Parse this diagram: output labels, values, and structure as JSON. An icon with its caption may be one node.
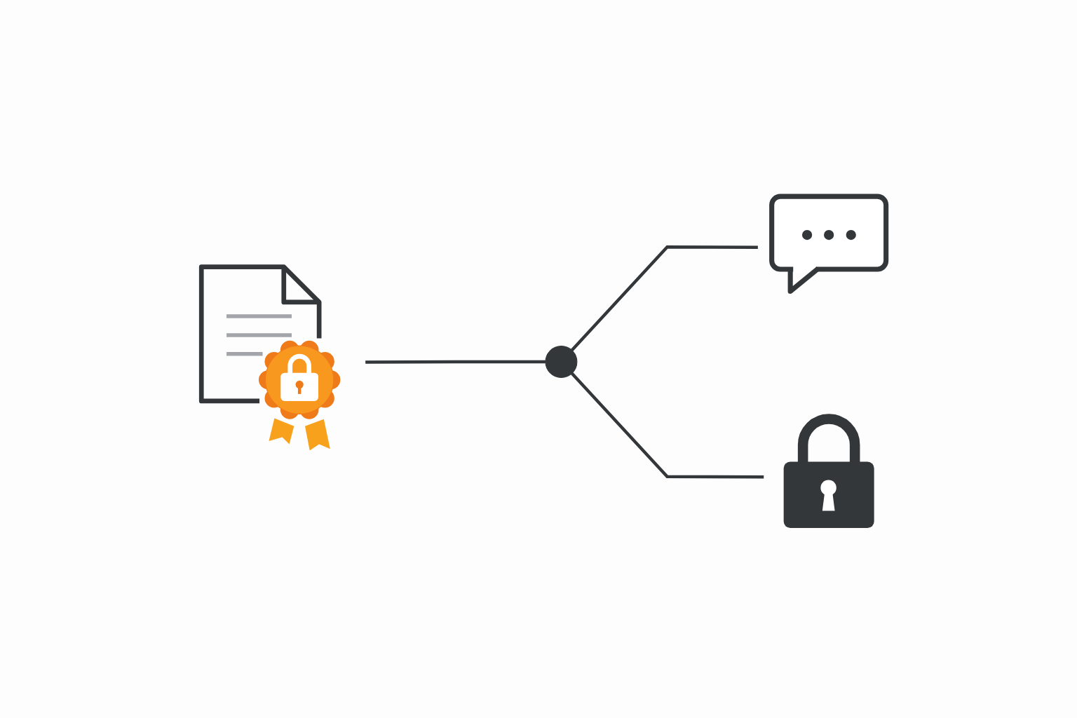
{
  "diagram": {
    "nodes": [
      {
        "text": [],
        "shape": "picture"
      },
      {
        "text": [],
        "shape": "circle"
      },
      {
        "text": [],
        "shape": "picture"
      },
      {
        "text": [],
        "shape": "picture"
      }
    ],
    "edges": [
      {
        "from": 0,
        "to": 1,
        "arrow": "none"
      },
      {
        "from": 1,
        "to": 2,
        "arrow": "none"
      },
      {
        "from": 1,
        "to": 3,
        "arrow": "none"
      }
    ]
  }
}
